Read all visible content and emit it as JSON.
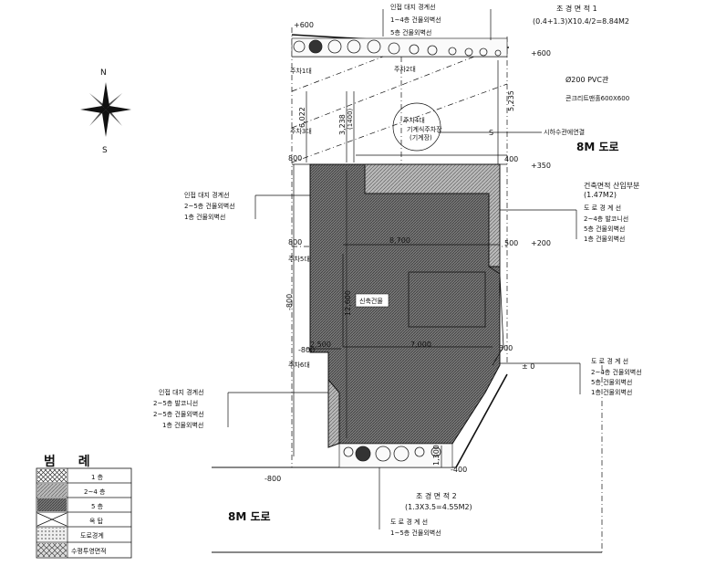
{
  "north": {
    "n": "N",
    "s": "S"
  },
  "levels": {
    "top_left": "+600",
    "top_right": "+600",
    "mid_right": "+350",
    "right_200": "+200",
    "right_zero": "± 0",
    "bottom_left": "-800",
    "bottom_right": "-400",
    "left_800": "-800"
  },
  "top_labels": {
    "l1": "인접 대지 경계선",
    "l2": "1~4층 건물외벽선",
    "l3": "5층 건물외벽선",
    "landscape1_title": "조 경 면 적 1",
    "landscape1_formula": "(0.4+1.3)X10.4/2=8.84M2"
  },
  "parking": {
    "p1": "주차1대",
    "p2": "주차2대",
    "p3": "주차3대",
    "p4": "주차4대",
    "p5": "주차5대",
    "p6": "주차6대"
  },
  "infra": {
    "pvc": "Ø200 PVC관",
    "trench": "콘크리트맨홀600X600",
    "sewer": "S",
    "sewer_label": "시하수관에연결",
    "turn_circle1": "기계식주차장",
    "turn_circle2": "(기계장)"
  },
  "roads": {
    "east": "8M 도로",
    "south": "8M 도로"
  },
  "dims": {
    "d6022": "6,022",
    "d5235": "5,235",
    "d3238": "3,238",
    "d1400": "(1400)",
    "d800a": "800",
    "d800b": "800",
    "d400": "400",
    "d500": "500",
    "d8700": "8,700",
    "d12600": "12,600",
    "d2500": "2,500",
    "d7000": "7,000",
    "d300": "300",
    "d1300": "1,300",
    "d_left800": "-800"
  },
  "center": {
    "building": "신축건물",
    "dim7000": "7,000"
  },
  "right_labels": {
    "balcony_title": "건축면적 산입부분",
    "balcony_area": "(1.47M2)",
    "r1": "도 로 경 계 선",
    "r2": "2~4층 발코니선",
    "r3": "5층 건물외벽선",
    "r4": "1층 건물외벽선",
    "s1": "도 로 경 계 선",
    "s2": "2~4층 건물외벽선",
    "s3": "5층 건물외벽선",
    "s4": "1층 건물외벽선"
  },
  "left_labels": {
    "a1": "인접 대지 경계선",
    "a2": "2~5층 건물외벽선",
    "a3": "1층 건물외벽선",
    "b1": "인접 대지 경계선",
    "b2": "2~5층 발코니선",
    "b3": "2~5층 건물외벽선",
    "b4": "1층 건물외벽선"
  },
  "bottom_labels": {
    "landscape2_title": "조 경 면 적 2",
    "landscape2_formula": "(1.3X3.5=4.55M2)",
    "c1": "도 로 경 계 선",
    "c2": "1~5층 건물외벽선"
  },
  "legend": {
    "title": "범 례",
    "rows": [
      "1 층",
      "2~4 층",
      "5 층",
      "옥 탑",
      "도로경계",
      "수평투영면적"
    ]
  }
}
